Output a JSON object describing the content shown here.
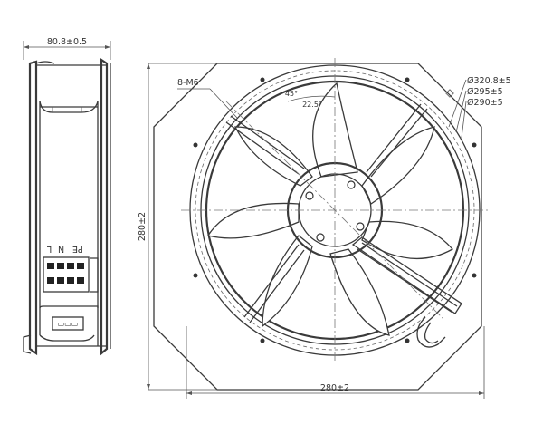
{
  "dimensions": {
    "depth": "80.8±0.5",
    "height": "280±2",
    "width": "280±2",
    "diameter_outer": "Ø320.8±5",
    "diameter_mid": "Ø295±5",
    "diameter_inner": "Ø290±5",
    "mount_holes": "8-M6",
    "angle_a": "45°",
    "angle_b": "22.5°"
  },
  "terminal": {
    "label_pe": "PE",
    "label_n": "N",
    "label_l": "L"
  },
  "colors": {
    "line": "#3a3a3a",
    "background": "#ffffff"
  }
}
